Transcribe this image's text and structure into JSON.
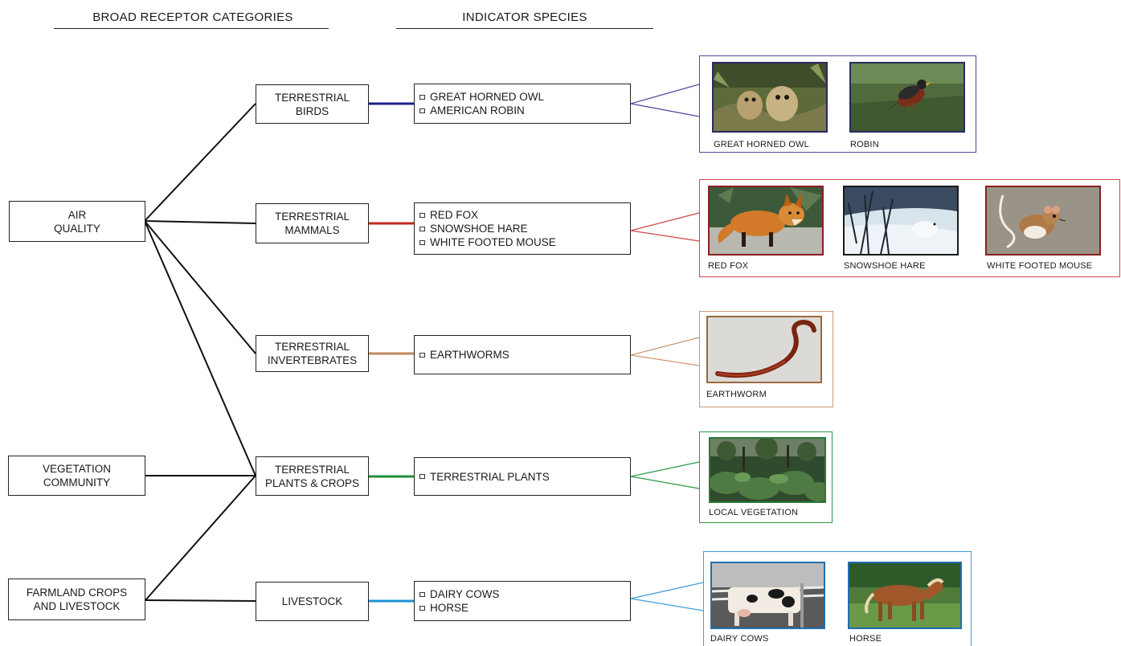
{
  "headers": {
    "left": "BROAD RECEPTOR CATEGORIES",
    "right": "INDICATOR SPECIES"
  },
  "receptors": [
    {
      "id": "air",
      "lines": [
        "AIR",
        "QUALITY"
      ]
    },
    {
      "id": "veg",
      "lines": [
        "VEGETATION",
        "COMMUNITY"
      ]
    },
    {
      "id": "farm",
      "lines": [
        "FARMLAND CROPS",
        "AND LIVESTOCK"
      ]
    }
  ],
  "categories": [
    {
      "id": "birds",
      "lines": [
        "TERRESTRIAL",
        "BIRDS"
      ],
      "color": "#1f1f8f",
      "species": [
        "GREAT HORNED OWL",
        "AMERICAN ROBIN"
      ]
    },
    {
      "id": "mammals",
      "lines": [
        "TERRESTRIAL",
        "MAMMALS"
      ],
      "color": "#c0281f",
      "species": [
        "RED FOX",
        "SNOWSHOE HARE",
        "WHITE FOOTED MOUSE"
      ]
    },
    {
      "id": "invert",
      "lines": [
        "TERRESTRIAL",
        "INVERTEBRATES"
      ],
      "color": "#c08860",
      "species": [
        "EARTHWORMS"
      ]
    },
    {
      "id": "plants",
      "lines": [
        "TERRESTRIAL",
        "PLANTS & CROPS"
      ],
      "color": "#1f8f3a",
      "species": [
        "TERRESTRIAL PLANTS"
      ]
    },
    {
      "id": "livestock",
      "lines": [
        "LIVESTOCK"
      ],
      "color": "#1e90d0",
      "species": [
        "DAIRY COWS",
        "HORSE"
      ]
    }
  ],
  "links": [
    {
      "from": "air",
      "to": "birds"
    },
    {
      "from": "air",
      "to": "mammals"
    },
    {
      "from": "air",
      "to": "invert"
    },
    {
      "from": "air",
      "to": "plants"
    },
    {
      "from": "veg",
      "to": "plants"
    },
    {
      "from": "farm",
      "to": "plants"
    },
    {
      "from": "farm",
      "to": "livestock"
    }
  ],
  "panels": {
    "birds": {
      "border_color": "#4a4aa0",
      "photos": [
        {
          "caption": "GREAT HORNED OWL",
          "subject": "owl-photo"
        },
        {
          "caption": "ROBIN",
          "subject": "robin-photo"
        }
      ]
    },
    "mammals": {
      "border_color": "#d04848",
      "photos": [
        {
          "caption": "RED FOX",
          "subject": "fox-photo"
        },
        {
          "caption": "SNOWSHOE HARE",
          "subject": "hare-photo"
        },
        {
          "caption": "WHITE FOOTED MOUSE",
          "subject": "mouse-photo"
        }
      ]
    },
    "invert": {
      "border_color": "#c89a78",
      "photos": [
        {
          "caption": "EARTHWORM",
          "subject": "earthworm-photo"
        }
      ]
    },
    "plants": {
      "border_color": "#2e9a4a",
      "photos": [
        {
          "caption": "LOCAL VEGETATION",
          "subject": "vegetation-photo"
        }
      ]
    },
    "livestock": {
      "border_color": "#3aa0d8",
      "photos": [
        {
          "caption": "DAIRY COWS",
          "subject": "cows-photo"
        },
        {
          "caption": "HORSE",
          "subject": "horse-photo"
        }
      ]
    }
  }
}
